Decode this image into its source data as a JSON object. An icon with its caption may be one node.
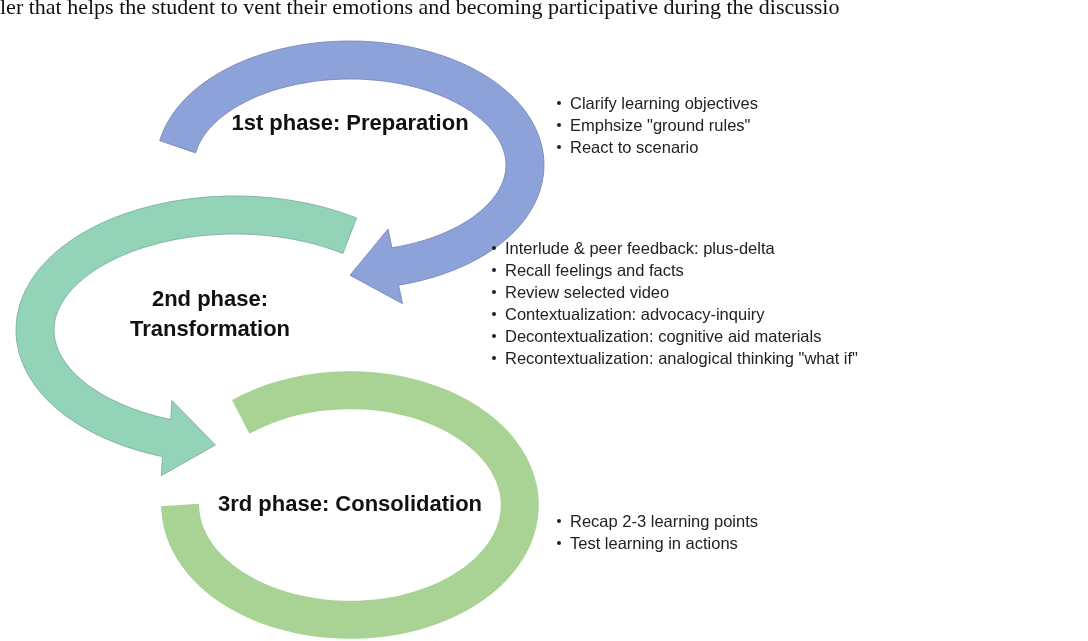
{
  "diagram": {
    "nodes": [
      {
        "text": [
          "1st phase: Preparation"
        ],
        "beside": [
          "Clarify learning objectives",
          "Emphsize \"ground rules\"",
          "React to scenario"
        ]
      },
      {
        "text": [
          "2nd phase: Transformation"
        ],
        "beside": [
          "Interlude & peer feedback: plus-delta",
          "Recall feelings and facts",
          "Review selected video",
          "Contextualization: advocacy-inquiry",
          "Decontextualization: cognitive aid materials",
          "Recontextualization: analogical thinking \"what if\""
        ]
      },
      {
        "text": [
          "3rd phase: Consolidation"
        ],
        "beside": [
          "Recap 2-3 learning points",
          "Test learning in actions"
        ]
      }
    ],
    "edges": [
      {
        "from": 0,
        "to": 1,
        "arrow": "to",
        "color": "#8ea2da"
      },
      {
        "from": 1,
        "to": 2,
        "arrow": "to",
        "color": "#93d3b8"
      }
    ],
    "labels": [
      "ler that helps the student to vent their emotions and becoming participative during the discussio"
    ]
  }
}
